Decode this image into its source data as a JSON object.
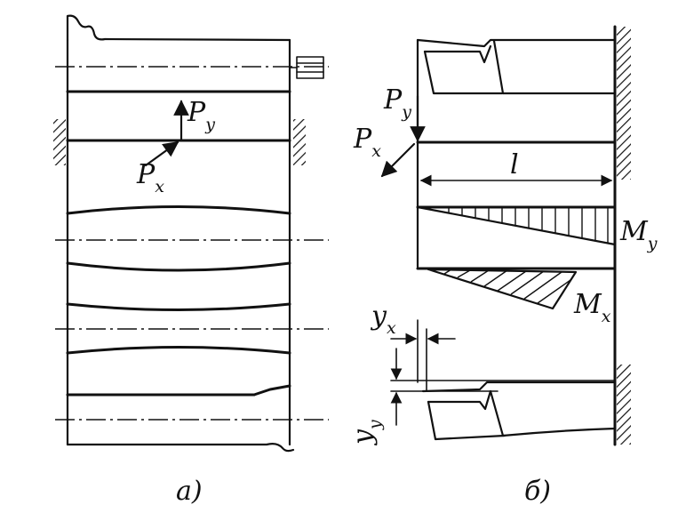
{
  "panels": {
    "a": {
      "caption": "a)",
      "force_py": {
        "main": "P",
        "sub": "y"
      },
      "force_px": {
        "main": "P",
        "sub": "x"
      }
    },
    "b": {
      "caption": "б)",
      "force_py": {
        "main": "P",
        "sub": "y"
      },
      "force_px": {
        "main": "P",
        "sub": "x"
      },
      "length": "l",
      "moment_my": {
        "main": "M",
        "sub": "y"
      },
      "moment_mx": {
        "main": "M",
        "sub": "x"
      },
      "deflection_yx": {
        "main": "y",
        "sub": "x"
      },
      "deflection_yy": {
        "main": "y",
        "sub": "y"
      }
    }
  }
}
